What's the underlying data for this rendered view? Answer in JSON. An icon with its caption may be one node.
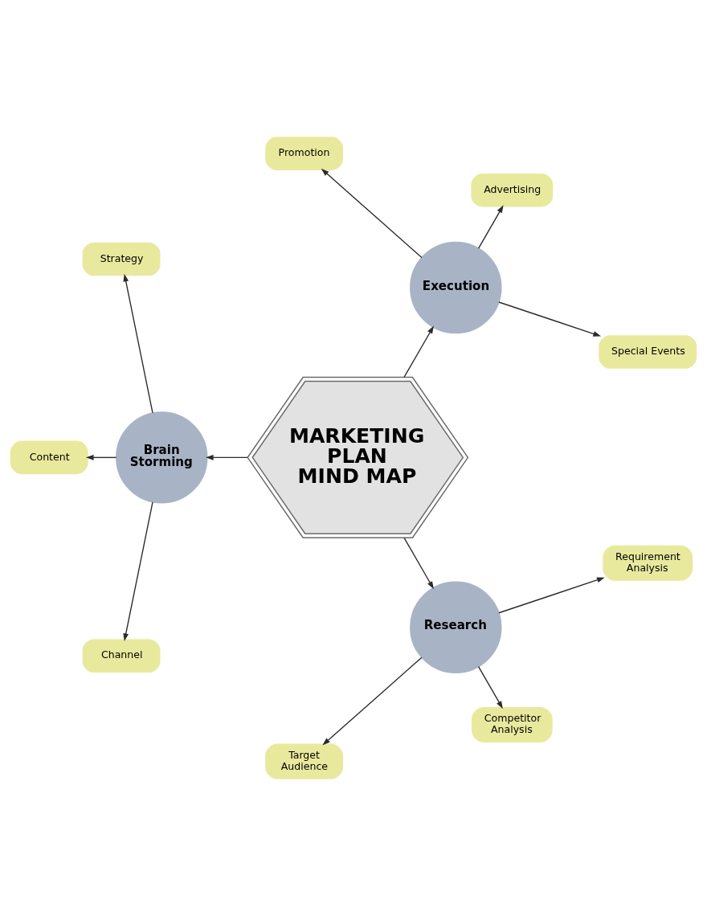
{
  "diagram": {
    "nodes": [
      {
        "text": [
          "MARKETING PLAN MIND MAP"
        ]
      },
      {
        "text": [
          "Brain Storming"
        ]
      },
      {
        "text": [
          "Strategy"
        ]
      },
      {
        "text": [
          "Content"
        ]
      },
      {
        "text": [
          "Channel"
        ]
      },
      {
        "text": [
          "Execution"
        ]
      },
      {
        "text": [
          "Promotion"
        ]
      },
      {
        "text": [
          "Advertising"
        ]
      },
      {
        "text": [
          "Special Events"
        ]
      },
      {
        "text": [
          "Research"
        ]
      },
      {
        "text": [
          "Target Audience"
        ]
      },
      {
        "text": [
          "Requirement Analysis"
        ]
      },
      {
        "text": [
          "Competitor Analysis"
        ]
      }
    ],
    "edges": [
      {
        "from": 0,
        "to": 1,
        "arrow": "to"
      },
      {
        "from": 0,
        "to": 5,
        "arrow": "to"
      },
      {
        "from": 0,
        "to": 9,
        "arrow": "to"
      },
      {
        "from": 1,
        "to": 2,
        "arrow": "to"
      },
      {
        "from": 1,
        "to": 3,
        "arrow": "to"
      },
      {
        "from": 1,
        "to": 4,
        "arrow": "to"
      },
      {
        "from": 5,
        "to": 6,
        "arrow": "to"
      },
      {
        "from": 5,
        "to": 7,
        "arrow": "to"
      },
      {
        "from": 5,
        "to": 8,
        "arrow": "to"
      },
      {
        "from": 9,
        "to": 10,
        "arrow": "to"
      },
      {
        "from": 9,
        "to": 11,
        "arrow": "to"
      },
      {
        "from": 9,
        "to": 12,
        "arrow": "to"
      }
    ]
  }
}
